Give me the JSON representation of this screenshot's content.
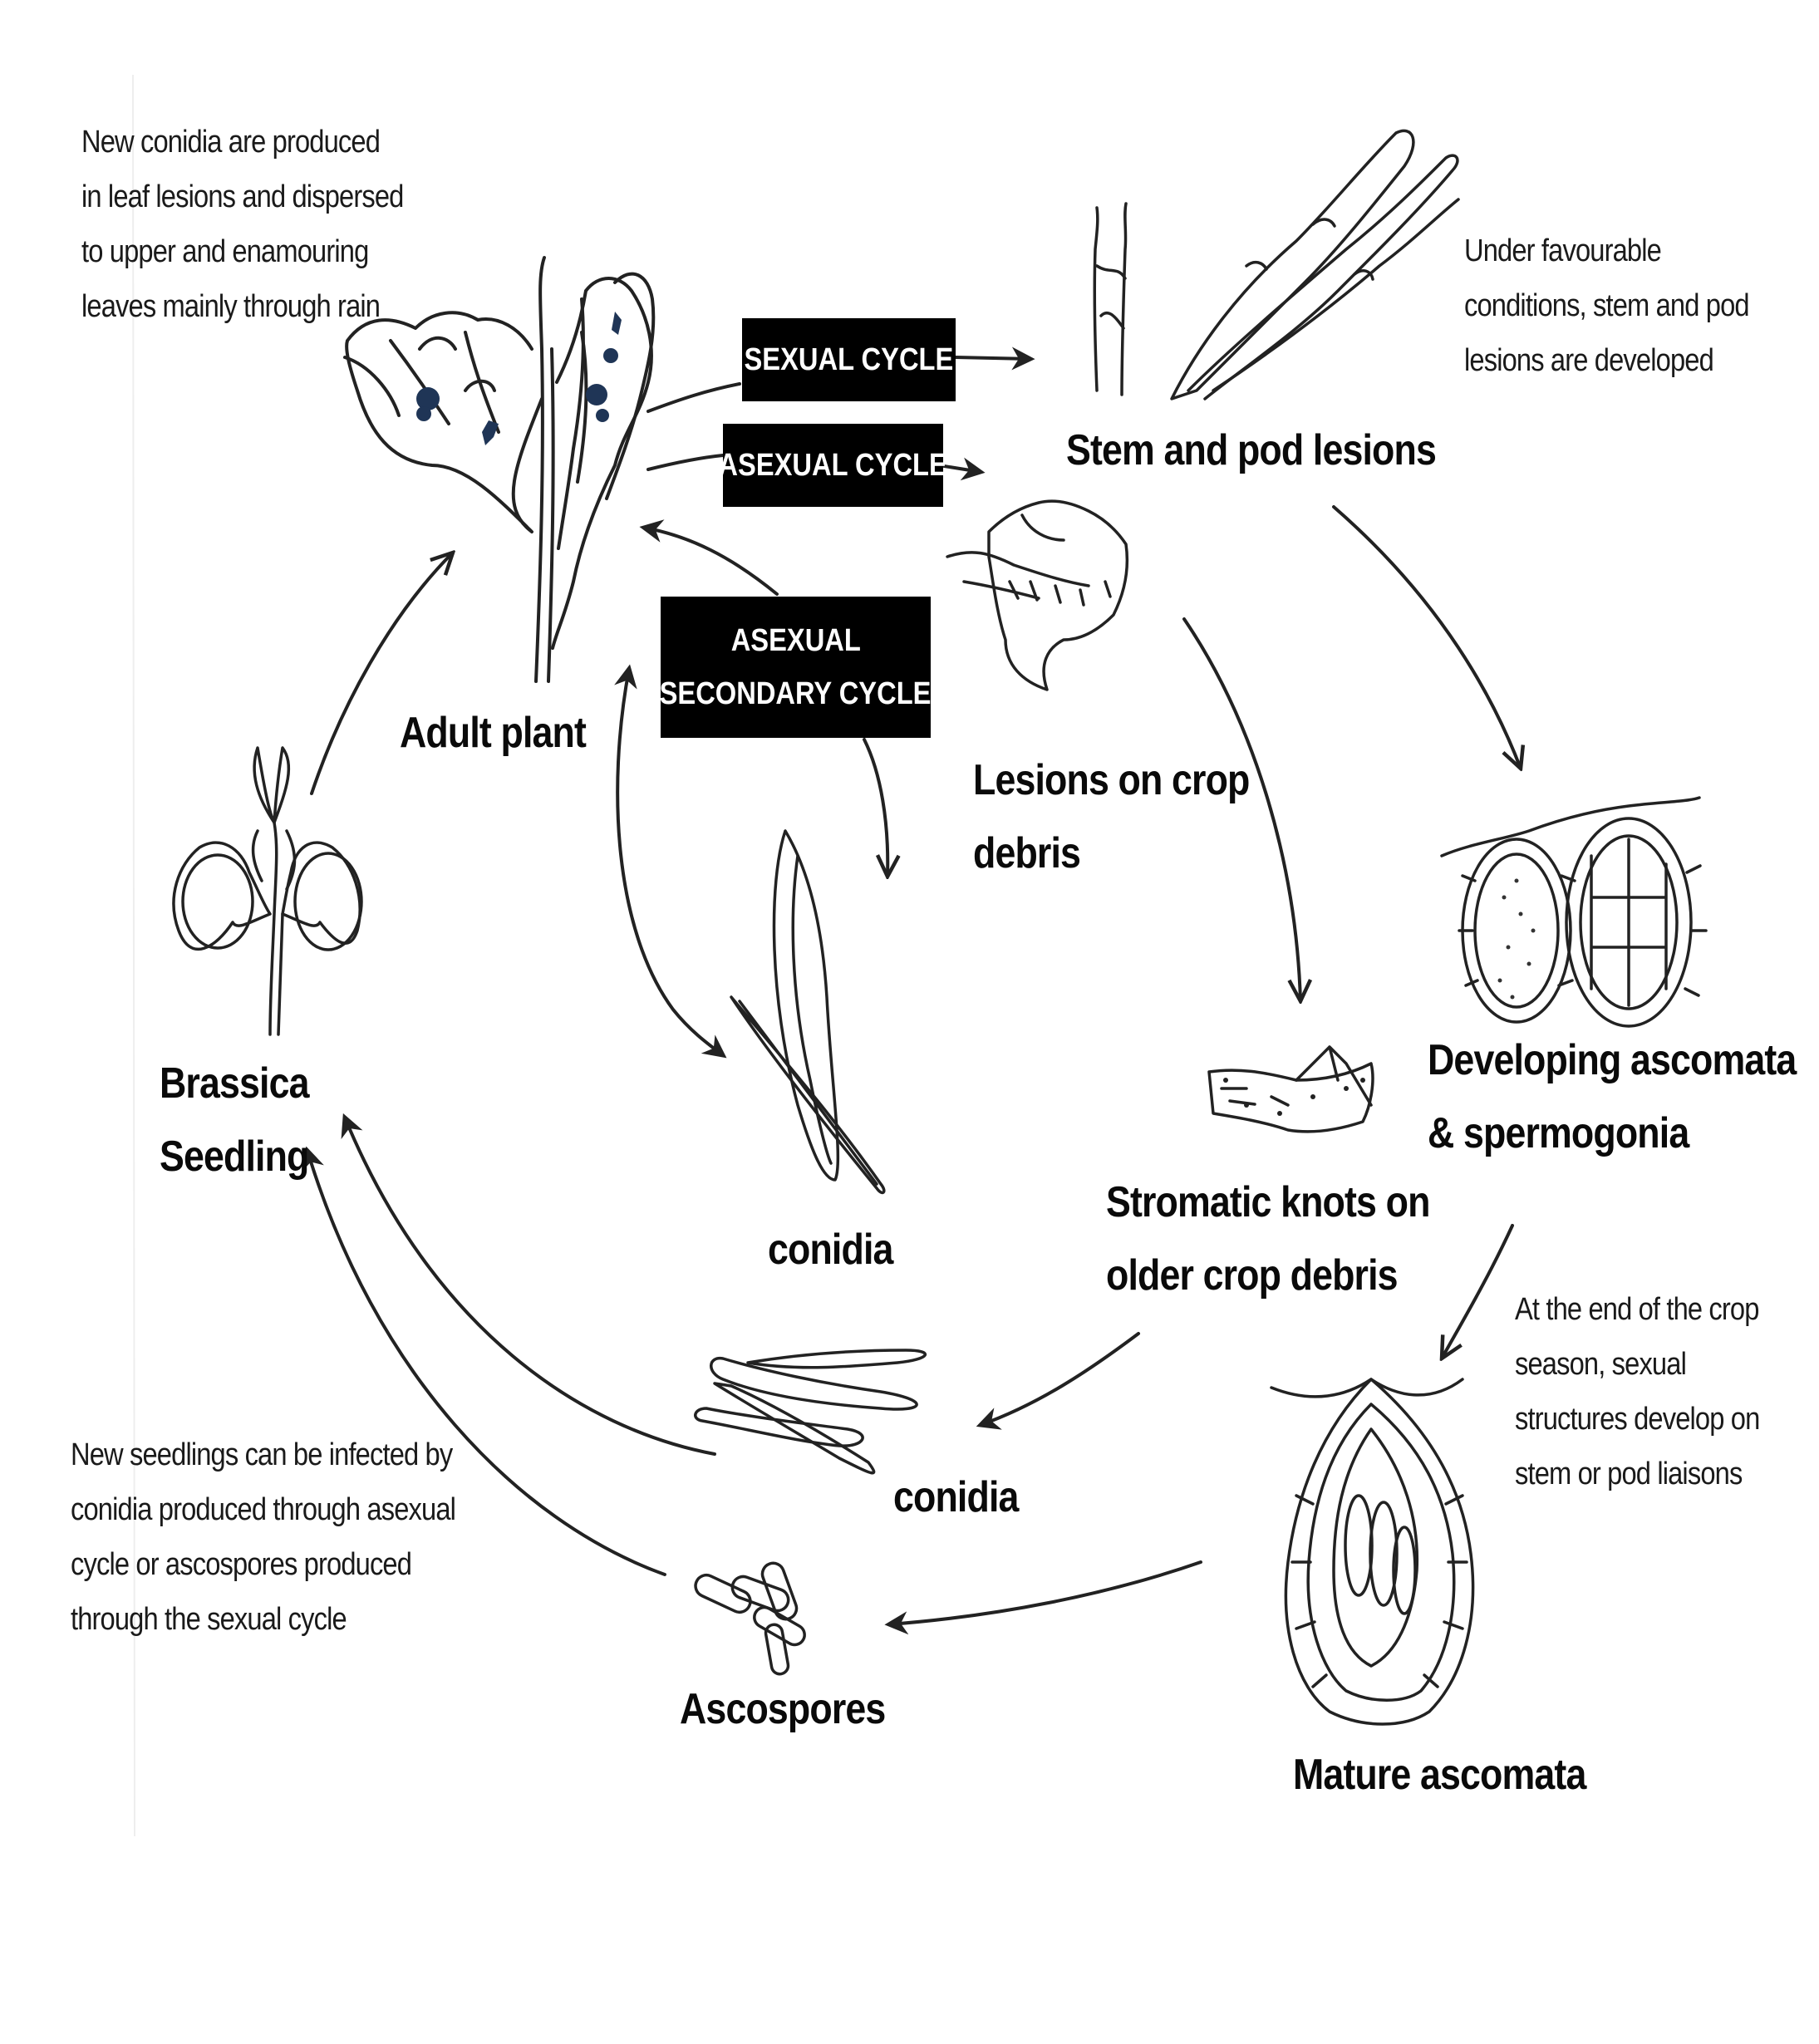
{
  "notes": {
    "top_left": [
      "New conidia are produced",
      "in leaf lesions and dispersed",
      "to upper and enamouring",
      "leaves mainly through rain"
    ],
    "top_right": [
      "Under favourable",
      "conditions, stem and pod",
      "lesions are developed"
    ],
    "mid_right": [
      "At the end of the crop",
      "season, sexual",
      "structures develop on",
      "stem or pod liaisons"
    ],
    "bottom_left": [
      "New seedlings can be infected by",
      "conidia produced through asexual",
      "cycle or ascospores  produced",
      "through the sexual cycle"
    ]
  },
  "cycles": {
    "sexual": "SEXUAL CYCLE",
    "asexual": "ASEXUAL CYCLE",
    "secondary_line1": "ASEXUAL",
    "secondary_line2": "SECONDARY  CYCLE"
  },
  "stages": {
    "adult_plant": "Adult plant",
    "stem_pod": "Stem and pod lesions",
    "crop_debris_line1": "Lesions on crop",
    "crop_debris_line2": "debris",
    "developing_line1": "Developing ascomata",
    "developing_line2": "& spermogonia",
    "stromatic_line1": "Stromatic knots on",
    "stromatic_line2": "older crop debris",
    "mature": "Mature ascomata",
    "ascospores": "Ascospores",
    "conidia_lower": "conidia",
    "conidia_center": "conidia",
    "seedling_line1": "Brassica",
    "seedling_line2": "Seedling"
  }
}
